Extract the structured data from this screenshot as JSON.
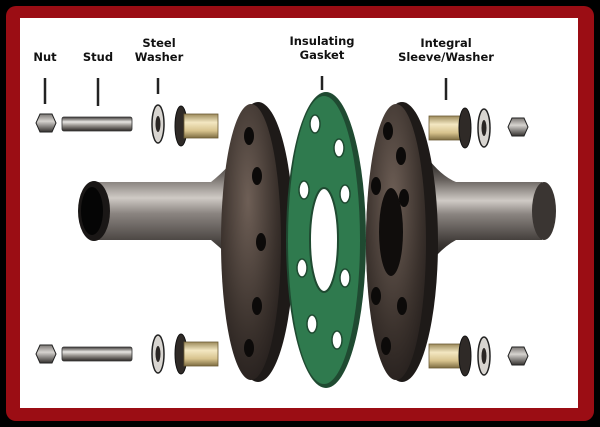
{
  "labels": {
    "nut": "Nut",
    "stud": "Stud",
    "steel_washer": [
      "Steel",
      "Washer"
    ],
    "insulating_gasket": [
      "Insulating",
      "Gasket"
    ],
    "integral_sleeve_washer": [
      "Integral",
      "Sleeve/Washer"
    ]
  },
  "colors": {
    "outer_background": "#000000",
    "frame_red": "#9b0d14",
    "canvas": "#ffffff",
    "steel_dark": "#2b2624",
    "steel_light": "#d9d6d2",
    "gasket_green": "#2f7a4e",
    "sleeve_tan": "#e3d3a4"
  }
}
